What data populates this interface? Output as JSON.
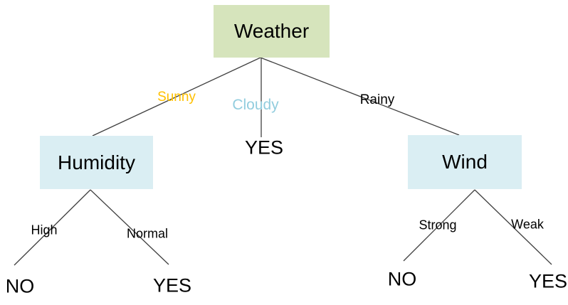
{
  "tree": {
    "type": "decision-tree",
    "background": "#ffffff",
    "line_color": "#404040",
    "nodes": {
      "weather": {
        "label": "Weather",
        "fill": "#d6e4bc"
      },
      "humidity": {
        "label": "Humidity",
        "fill": "#daeef3"
      },
      "wind": {
        "label": "Wind",
        "fill": "#daeef3"
      }
    },
    "edges": {
      "sunny": {
        "from": "weather",
        "to": "humidity",
        "label": "Sunny",
        "color": "#ffc000"
      },
      "cloudy": {
        "from": "weather",
        "to": "cloudy_outcome",
        "label": "Cloudy",
        "color": "#92cdde"
      },
      "rainy": {
        "from": "weather",
        "to": "wind",
        "label": "Rainy",
        "color": "#000000"
      },
      "high": {
        "from": "humidity",
        "to": "high_outcome",
        "label": "High",
        "color": "#000000"
      },
      "normal": {
        "from": "humidity",
        "to": "normal_outcome",
        "label": "Normal",
        "color": "#000000"
      },
      "strong": {
        "from": "wind",
        "to": "strong_outcome",
        "label": "Strong",
        "color": "#000000"
      },
      "weak": {
        "from": "wind",
        "to": "weak_outcome",
        "label": "Weak",
        "color": "#000000"
      }
    },
    "leaves": {
      "cloudy_outcome": {
        "label": "YES"
      },
      "high_outcome": {
        "label": "NO"
      },
      "normal_outcome": {
        "label": "YES"
      },
      "strong_outcome": {
        "label": "NO"
      },
      "weak_outcome": {
        "label": "YES"
      }
    }
  }
}
